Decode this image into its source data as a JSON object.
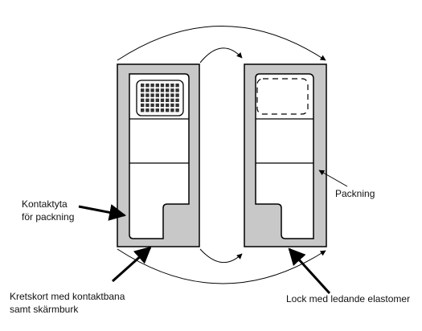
{
  "diagram": {
    "labels": {
      "contact_surface_line1": "Kontaktyta",
      "contact_surface_line2": "för packning",
      "gasket": "Packning",
      "pcb_line1": "Kretskort med kontaktbana",
      "pcb_line2": "samt skärmburk",
      "lid": "Lock med ledande elastomer"
    },
    "colors": {
      "frame_fill": "#c8c8c8",
      "inner_fill": "#ffffff",
      "stroke": "#000000"
    }
  }
}
